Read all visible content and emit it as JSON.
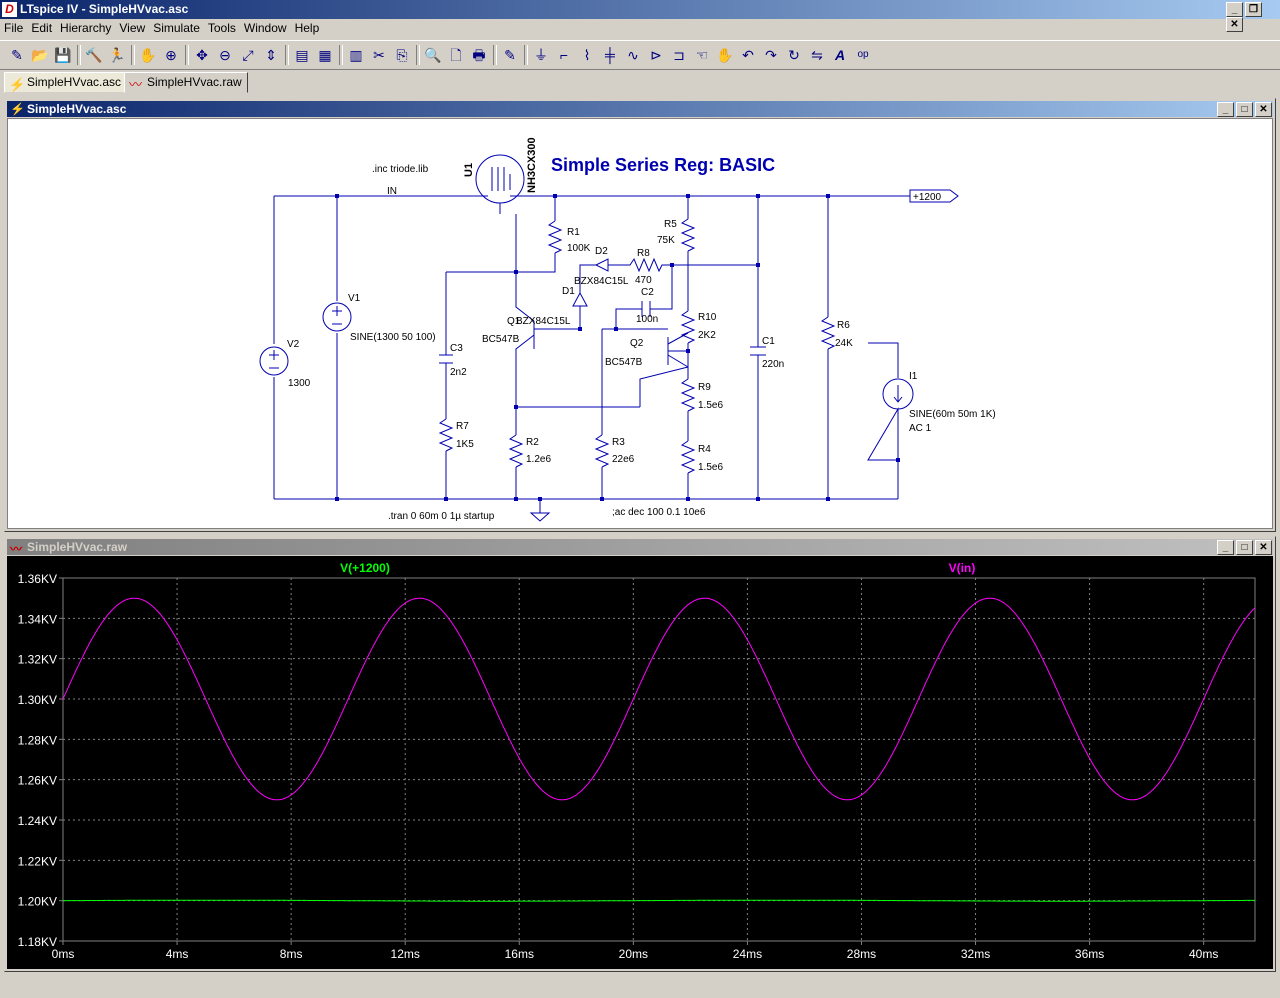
{
  "app": {
    "title": "LTspice IV - SimpleHVvac.asc",
    "icon_letter": "D",
    "window_controls": [
      "_",
      "❐",
      "✕"
    ]
  },
  "menu": [
    "File",
    "Edit",
    "Hierarchy",
    "View",
    "Simulate",
    "Tools",
    "Window",
    "Help"
  ],
  "toolbar_icons": [
    "new-schematic-icon",
    "open-icon",
    "save-icon",
    "control-panel-icon",
    "run-icon",
    "halt-icon",
    "zoom-in-icon",
    "pan-icon",
    "zoom-out-icon",
    "zoom-fit-icon",
    "autorange-icon",
    "tile-horizontal-icon",
    "cascade-icon",
    "tile-vertical-icon",
    "cut-icon",
    "copy-icon",
    "find-icon",
    "print-preview-icon",
    "print-icon",
    "wire-icon",
    "ground-icon",
    "label-icon",
    "resistor-icon",
    "capacitor-icon",
    "inductor-icon",
    "diode-icon",
    "component-icon",
    "move-icon",
    "drag-icon",
    "undo-icon",
    "redo-icon",
    "rotate-icon",
    "mirror-icon",
    "text-icon",
    "spice-directive-icon"
  ],
  "tabs": [
    {
      "label": "SimpleHVvac.asc",
      "icon": "schematic-icon"
    },
    {
      "label": "SimpleHVvac.raw",
      "icon": "waveform-icon"
    }
  ],
  "schematic": {
    "window_title": "SimpleHVvac.asc",
    "title": "Simple Series Reg: BASIC",
    "directives": {
      "include": ".inc triode.lib",
      "tran": ".tran 0 60m 0 1µ startup",
      "ac": ";ac dec 100 0.1 10e6"
    },
    "nets": {
      "in": "IN",
      "out": "+1200"
    },
    "components": {
      "u1": {
        "ref": "U1",
        "value": "NH3CX300"
      },
      "v1": {
        "ref": "V1",
        "value": "SINE(1300 50 100)"
      },
      "v2": {
        "ref": "V2",
        "value": "1300"
      },
      "c3": {
        "ref": "C3",
        "value": "2n2"
      },
      "r7": {
        "ref": "R7",
        "value": "1K5"
      },
      "r1": {
        "ref": "R1",
        "value": "100K"
      },
      "d2": {
        "ref": "D2",
        "value": "BZX84C15L"
      },
      "r8": {
        "ref": "R8",
        "value": "470"
      },
      "d1": {
        "ref": "D1",
        "value": "BZX84C15L"
      },
      "c2": {
        "ref": "C2",
        "value": "100n"
      },
      "q1": {
        "ref": "Q1",
        "value": "BC547B"
      },
      "q2": {
        "ref": "Q2",
        "value": "BC547B"
      },
      "r2": {
        "ref": "R2",
        "value": "1.2e6"
      },
      "r3": {
        "ref": "R3",
        "value": "22e6"
      },
      "r5": {
        "ref": "R5",
        "value": "75K"
      },
      "r10": {
        "ref": "R10",
        "value": "2K2"
      },
      "r9": {
        "ref": "R9",
        "value": "1.5e6"
      },
      "r4": {
        "ref": "R4",
        "value": "1.5e6"
      },
      "c1": {
        "ref": "C1",
        "value": "220n"
      },
      "r6": {
        "ref": "R6",
        "value": "24K"
      },
      "i1": {
        "ref": "I1",
        "value": "SINE(60m 50m 1K)",
        "value2": "AC 1"
      }
    }
  },
  "waveform": {
    "window_title": "SimpleHVvac.raw",
    "colors": {
      "bg": "#000000",
      "grid": "#808080",
      "axis_text": "#ffffff",
      "v_out": "#00ff00",
      "v_in": "#ff00ff"
    }
  },
  "chart_data": {
    "type": "line",
    "title": "",
    "xlabel": "",
    "ylabel": "",
    "xlim": [
      0,
      0.0418
    ],
    "ylim": [
      1180,
      1360
    ],
    "x_ticks": [
      "0ms",
      "4ms",
      "8ms",
      "12ms",
      "16ms",
      "20ms",
      "24ms",
      "28ms",
      "32ms",
      "36ms",
      "40ms"
    ],
    "y_ticks": [
      "1.36KV",
      "1.34KV",
      "1.32KV",
      "1.30KV",
      "1.28KV",
      "1.26KV",
      "1.24KV",
      "1.22KV",
      "1.20KV",
      "1.18KV"
    ],
    "grid": true,
    "legend": "top",
    "series": [
      {
        "name": "V(+1200)",
        "color": "#00ff00",
        "type": "constant",
        "value": 1200.0
      },
      {
        "name": "V(in)",
        "color": "#ff00ff",
        "type": "sine",
        "offset": 1300,
        "amplitude": 50,
        "frequency": 100,
        "points_x_ms": [
          0,
          2.5,
          5,
          7.5,
          10,
          12.5,
          15,
          17.5,
          20,
          22.5,
          25,
          27.5,
          30,
          32.5,
          35,
          37.5,
          40,
          41.8
        ],
        "points_y_v": [
          1300,
          1350,
          1300,
          1250,
          1300,
          1350,
          1300,
          1250,
          1300,
          1350,
          1300,
          1250,
          1300,
          1350,
          1300,
          1250,
          1300,
          1345
        ]
      }
    ]
  }
}
